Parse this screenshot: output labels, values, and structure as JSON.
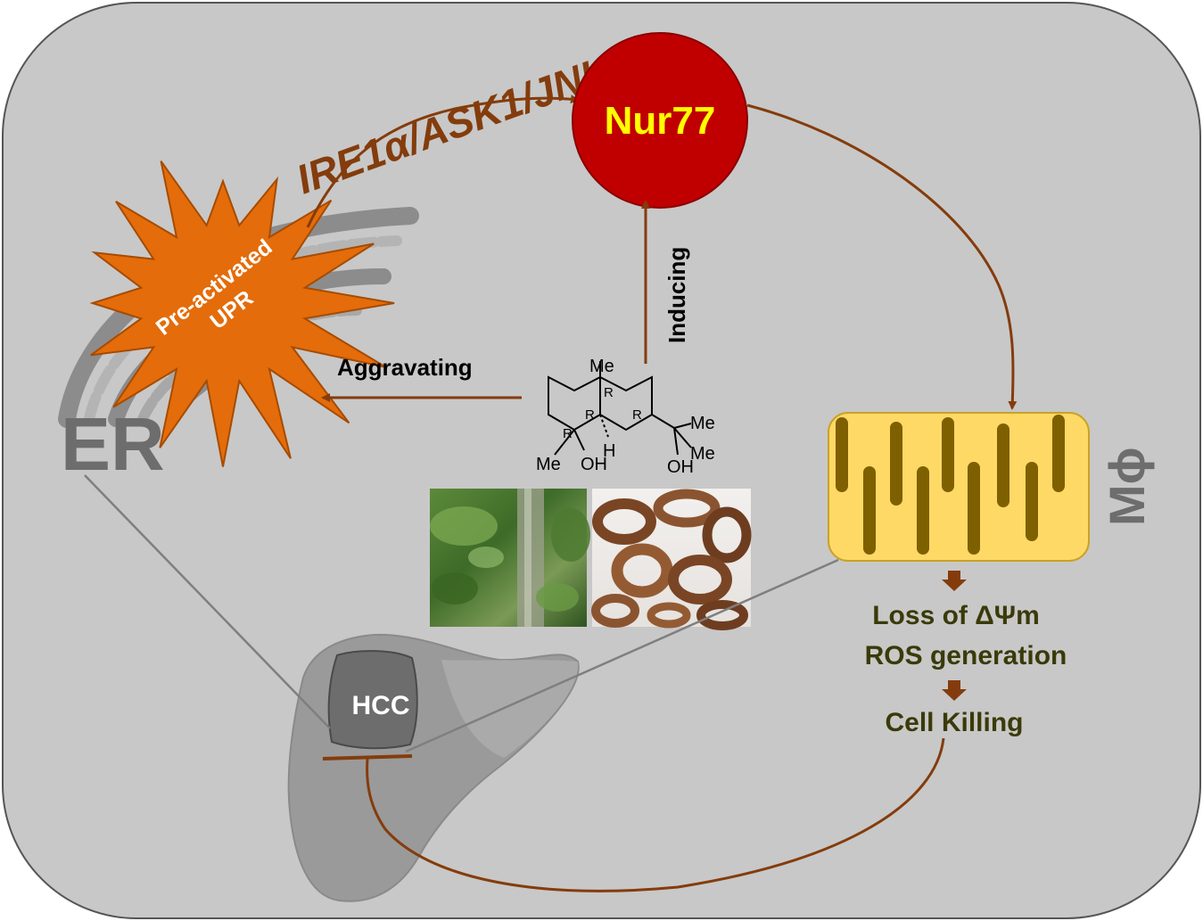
{
  "labels": {
    "nur77": "Nur77",
    "pathway": "IRE1α/ASK1/JNK",
    "upr_line1": "Pre-activated",
    "upr_line2": "UPR",
    "er": "ER",
    "inducing": "Inducing",
    "aggravating": "Aggravating",
    "mito": "Mϕ",
    "loss": "Loss of ΔΨm",
    "ros": "ROS generation",
    "killing": "Cell Killing",
    "hcc": "HCC"
  },
  "molecule": {
    "me_top": "Me",
    "me_right1": "Me",
    "me_right2": "Me",
    "me_bottom": "Me",
    "oh_left": "OH",
    "oh_right": "OH",
    "h": "H",
    "r1": "R",
    "r2": "R",
    "r3": "R",
    "r4": "R"
  },
  "colors": {
    "background": "#c8c8c8",
    "arrow": "#843c0c",
    "nur77_fill": "#c00000",
    "nur77_text": "#ffff00",
    "burst": "#e46c0a",
    "mito_fill": "#ffd966",
    "cristae": "#7f6000",
    "outcome_text": "#3a3a0a",
    "er_text": "#6d6d6d"
  }
}
